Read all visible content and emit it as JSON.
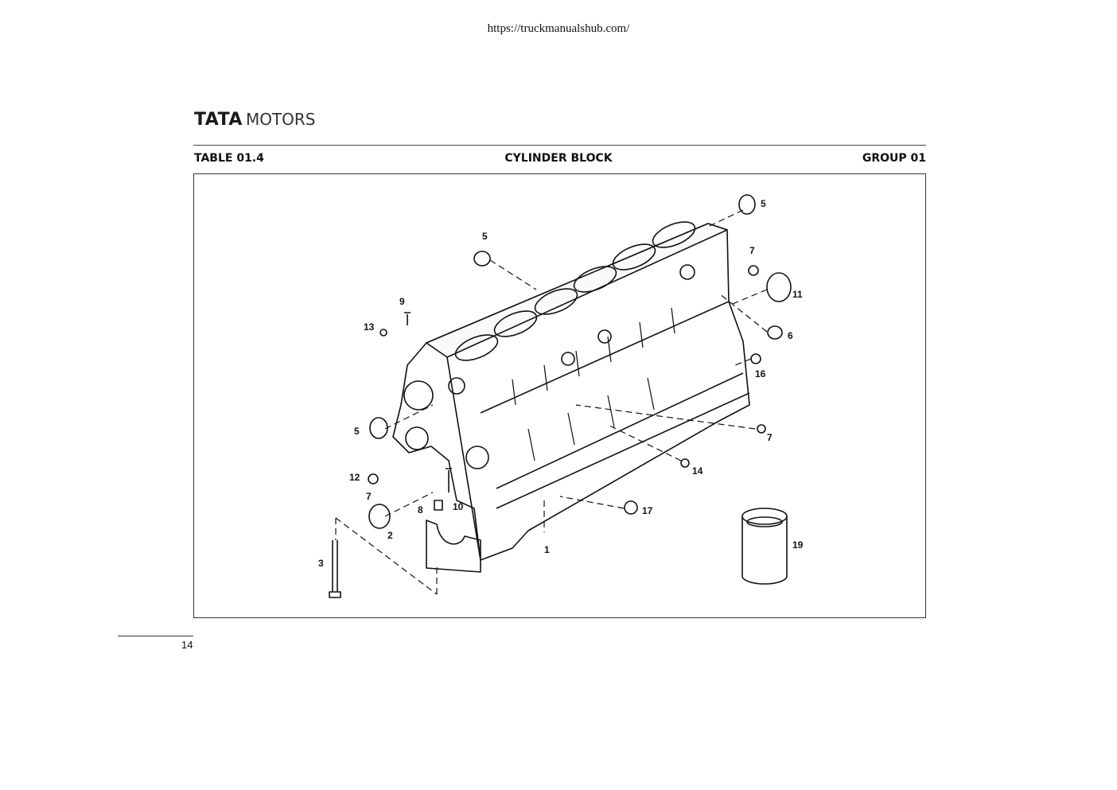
{
  "header": {
    "url": "https://truckmanualshub.com/"
  },
  "logo": {
    "brand": "TATA",
    "suffix": "MOTORS"
  },
  "title_bar": {
    "table": "TABLE 01.4",
    "title": "CYLINDER BLOCK",
    "group": "GROUP 01"
  },
  "diagram": {
    "callouts": [
      "5",
      "5",
      "7",
      "11",
      "6",
      "16",
      "7",
      "9",
      "13",
      "5",
      "12",
      "7",
      "8",
      "10",
      "14",
      "17",
      "2",
      "1",
      "3",
      "19"
    ]
  },
  "footer": {
    "page_number": "14"
  }
}
